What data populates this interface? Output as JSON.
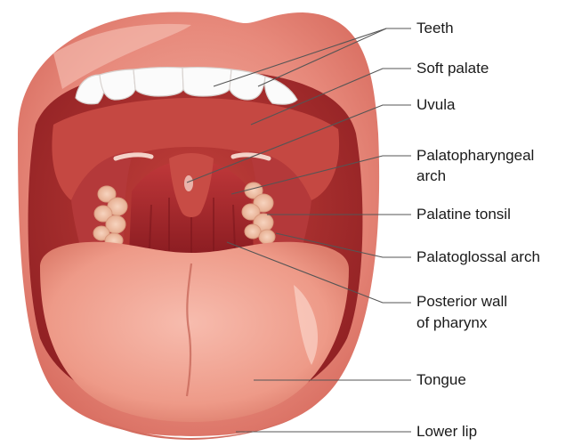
{
  "labels": {
    "teeth": "Teeth",
    "soft_palate": "Soft palate",
    "uvula": "Uvula",
    "palatopharyngeal_arch": [
      "Palatopharyngeal",
      "arch"
    ],
    "palatine_tonsil": "Palatine tonsil",
    "palatoglossal_arch": "Palatoglossal arch",
    "posterior_wall": [
      "Posterior wall",
      "of pharynx"
    ],
    "tongue": "Tongue",
    "lower_lip": "Lower lip"
  },
  "colors": {
    "lips": "#e88a7c",
    "lip_highlight": "#f4b3a6",
    "mouth_interior": "#b8322f",
    "palate": "#c84a43",
    "pharynx": "#a82a2c",
    "tonsil": "#f0c2a8",
    "tongue": "#f2a896",
    "teeth": "#fbfbfb",
    "leader_line": "#555555"
  }
}
